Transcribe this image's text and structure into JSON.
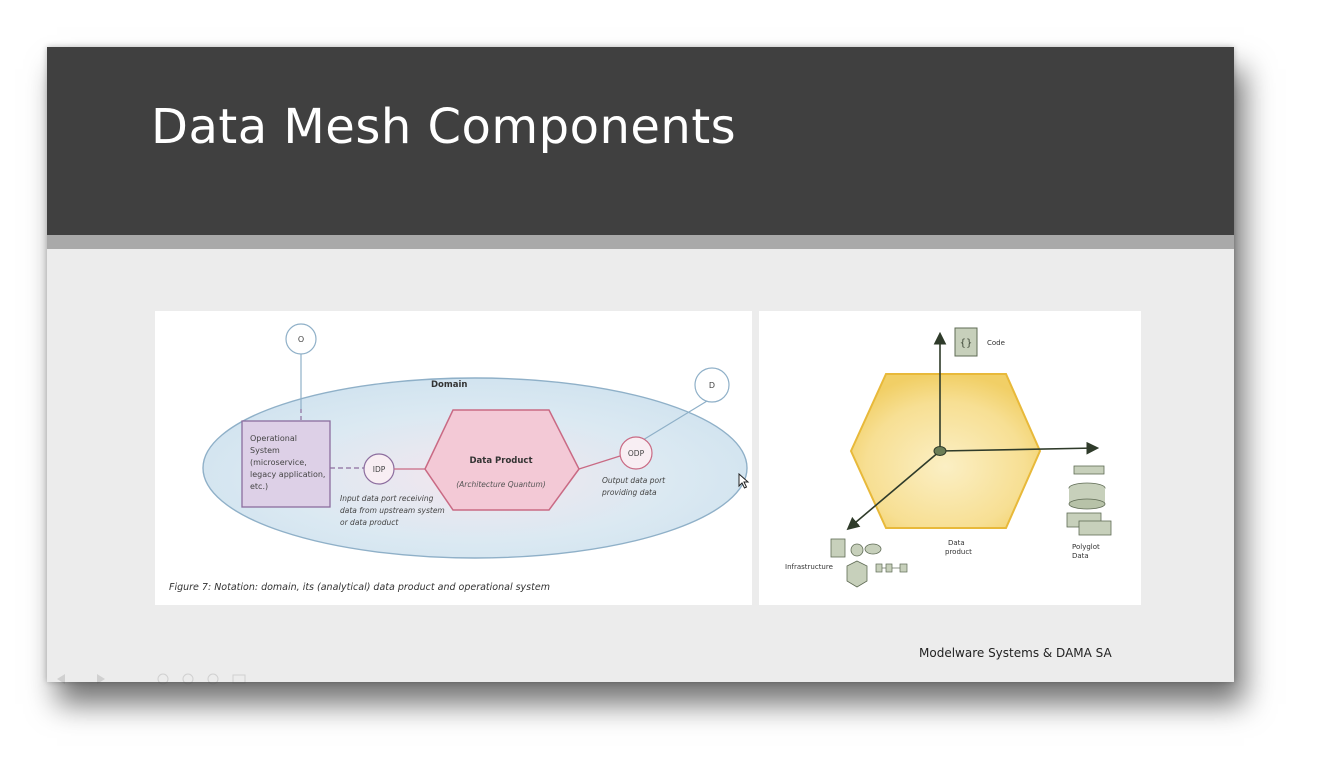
{
  "slide": {
    "title": "Data Mesh Components",
    "footer": "Modelware Systems & DAMA SA"
  },
  "left_diagram": {
    "domain_label": "Domain",
    "o_node": "O",
    "d_node": "D",
    "operational_system": [
      "Operational",
      "System",
      "(microservice,",
      "legacy application,",
      "etc.)"
    ],
    "idp_label": "IDP",
    "odp_label": "ODP",
    "data_product_title": "Data Product",
    "data_product_subtitle": "(Architecture Quantum)",
    "input_port_caption": [
      "Input data port receiving",
      "data from upstream system",
      "or data product"
    ],
    "output_port_caption": [
      "Output data port",
      "providing data"
    ],
    "figure_caption": "Figure 7: Notation: domain, its (analytical) data product and operational system"
  },
  "right_diagram": {
    "code_label": "Code",
    "data_product_label": [
      "Data",
      "product"
    ],
    "infrastructure_label": "Infrastructure",
    "polyglot_label": [
      "Polyglot",
      "Data"
    ]
  },
  "colors": {
    "title_bar": "#404040",
    "slide_bg": "#ececec",
    "domain_fill": "#dbe9f2",
    "product_pink": "#c96a84",
    "hex_gold": "#e8b93a"
  }
}
